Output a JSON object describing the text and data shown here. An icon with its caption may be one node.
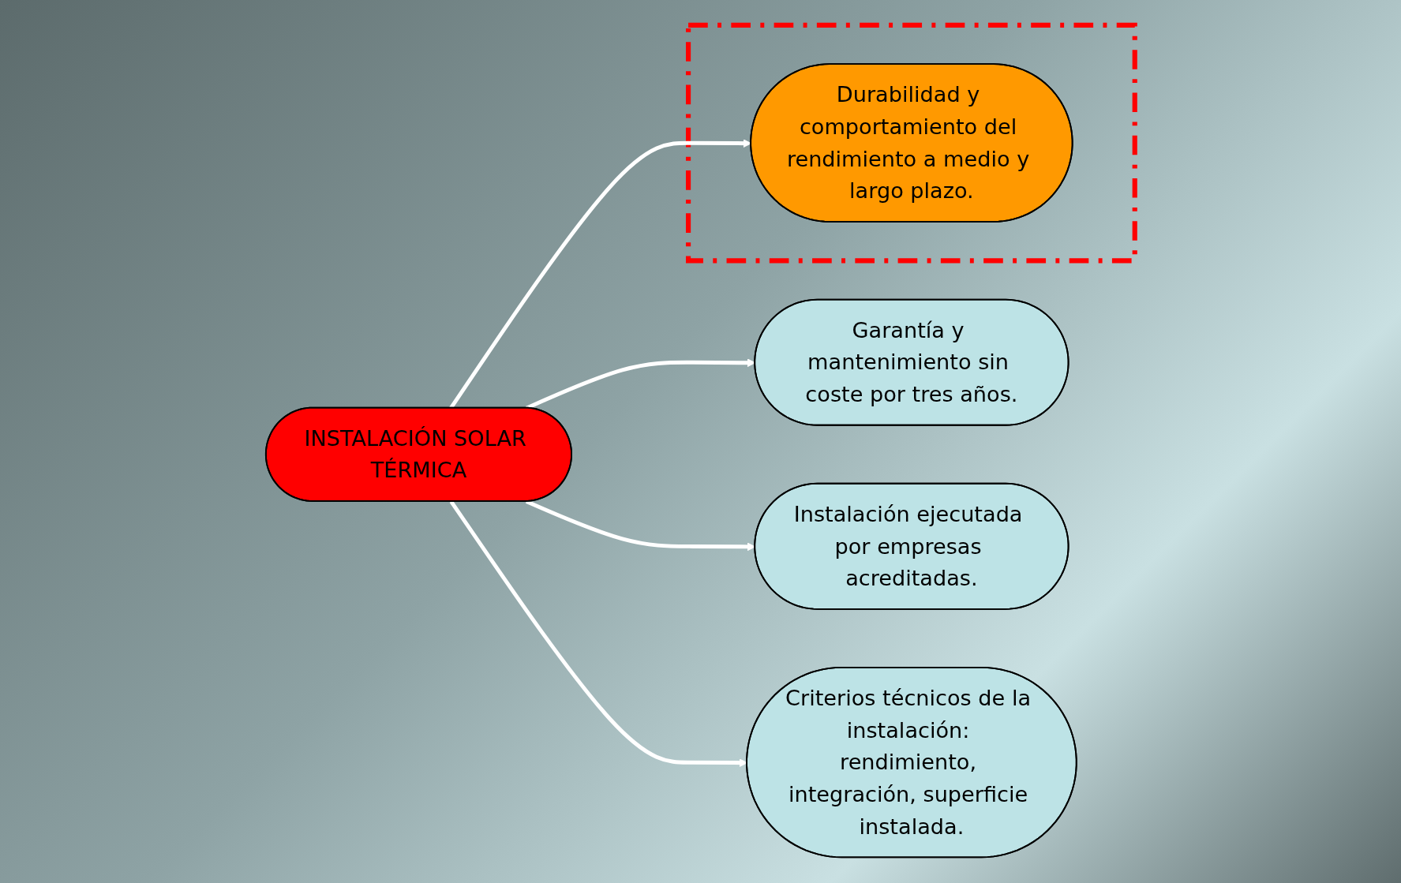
{
  "diagram": {
    "nodes": [
      {
        "text": [
          "Garantía y mantenimiento sin coste por tres años."
        ]
      },
      {
        "text": [
          "Instalación ejecutada por empresas acreditadas."
        ]
      },
      {
        "text": [
          "INSTALACIÓN SOLAR TÉRMICA"
        ]
      },
      {
        "text": [],
        "shape": "box"
      },
      {
        "text": [
          "Durabilidad y comportamiento del rendimiento a medio y largo plazo."
        ],
        "in": 3
      },
      {
        "text": [
          "Criterios técnicos de la instalación: rendimiento, integración, superficie instalada."
        ]
      }
    ],
    "edges": [
      {
        "from": 2,
        "to": 0,
        "arrow": "to"
      },
      {
        "from": 2,
        "to": 1,
        "arrow": "to"
      },
      {
        "from": 2,
        "to": 4,
        "arrow": "to"
      },
      {
        "from": 2,
        "to": 5,
        "arrow": "to"
      }
    ]
  }
}
